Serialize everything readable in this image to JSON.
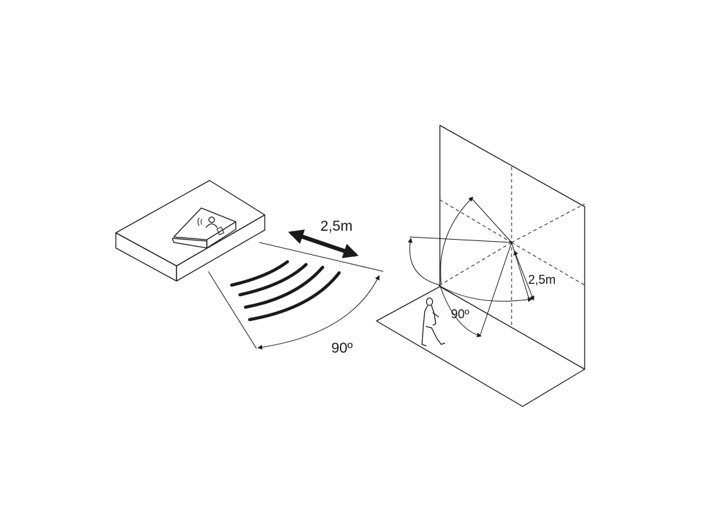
{
  "left_diagram": {
    "distance_label": "2,5m",
    "angle_label": "90º"
  },
  "right_diagram": {
    "height_label": "2,5m",
    "angle_label": "90º"
  },
  "colors": {
    "line": "#1a1a1a",
    "background": "#ffffff"
  }
}
